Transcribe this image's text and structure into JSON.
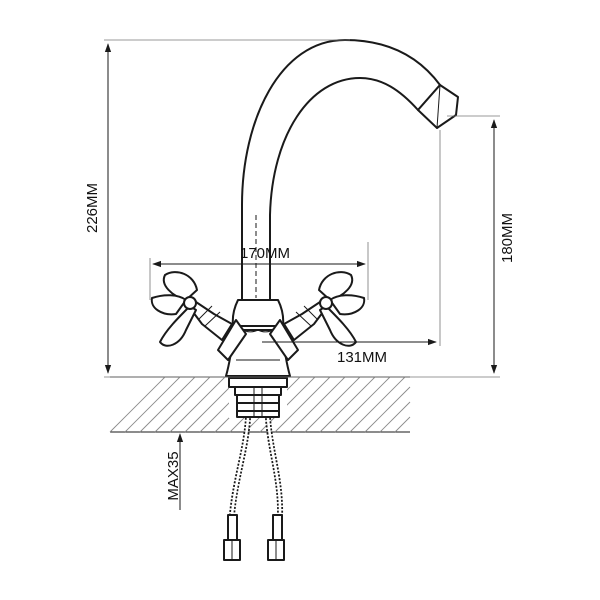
{
  "diagram": {
    "dimensions": {
      "overall_height": "226MM",
      "spout_height": "180MM",
      "handle_span": "170MM",
      "spout_reach": "131MM",
      "max_counter_thickness": "MAX35"
    }
  }
}
